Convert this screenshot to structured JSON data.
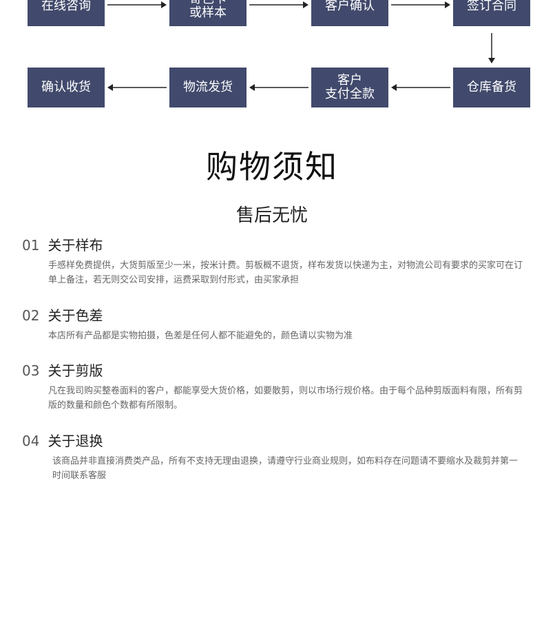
{
  "flow": {
    "top": [
      "在线咨询",
      "寄色卡\n或样本",
      "客户确认",
      "签订合同"
    ],
    "bottom": [
      "确认收货",
      "物流发货",
      "客户\n支付全款",
      "仓库备货"
    ]
  },
  "title": "购物须知",
  "subtitle": "售后无忧",
  "sections": [
    {
      "num": "01",
      "title": "关于样布",
      "body": "手感样免费提供，大货剪版至少一米，按米计费。剪板概不退货，样布发货以快递为主，对物流公司有要求的买家可在订单上备注，若无则交公司安排，运费采取到付形式，由买家承担"
    },
    {
      "num": "02",
      "title": "关于色差",
      "body": "本店所有产品都是实物拍摄，色差是任何人都不能避免的，颜色请以实物为准"
    },
    {
      "num": "03",
      "title": "关于剪版",
      "body": "凡在我司购买整卷面料的客户，都能享受大货价格，如要散剪，则以市场行规价格。由于每个品种剪版面料有限，所有剪版的数量和颜色个数都有所限制。"
    },
    {
      "num": "04",
      "title": "关于退换",
      "body": "该商品并非直接消费类产品，所有不支持无理由退换，请遵守行业商业规则，如布料存在问题请不要缩水及裁剪并第一时间联系客服"
    }
  ]
}
